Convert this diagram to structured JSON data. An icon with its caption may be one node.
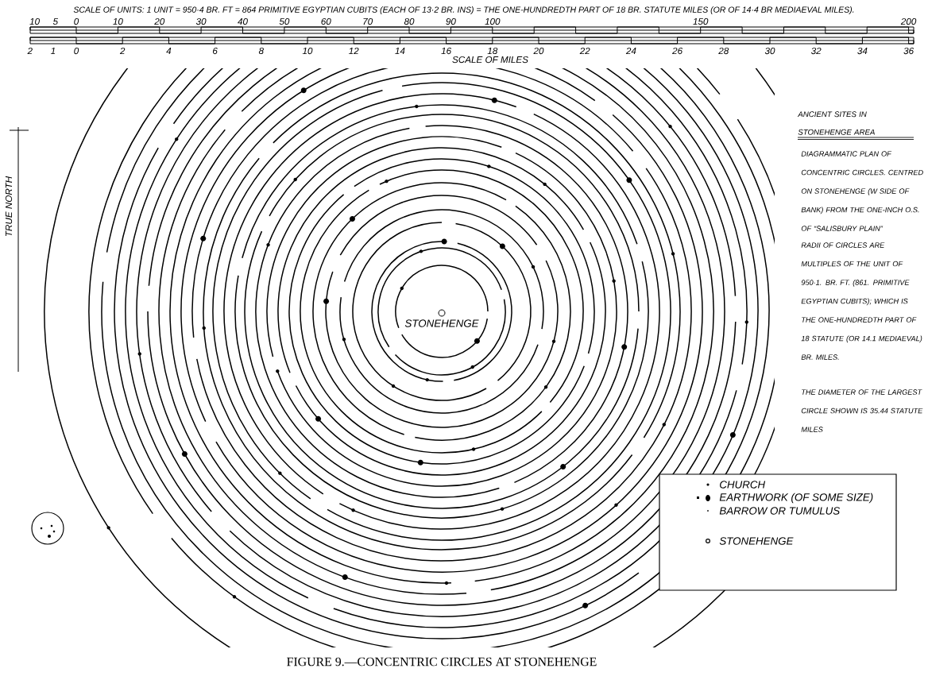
{
  "diagram": {
    "caption": "FIGURE 9.—CONCENTRIC CIRCLES AT STONEHENGE",
    "labels": [
      "SCALE OF UNITS: 1 UNIT = 950·4 BR. FT = 864 PRIMITIVE EGYPTIAN CUBITS (EACH OF 13·2 BR. INS) = THE ONE-HUNDREDTH PART OF 18 BR. STATUTE MILES (OR OF 14·4 BR MEDIAEVAL MILES).",
      "10",
      "5",
      "0",
      "10",
      "20",
      "30",
      "40",
      "50",
      "60",
      "70",
      "80",
      "90",
      "100",
      "150",
      "200",
      "2",
      "1",
      "0",
      "2",
      "4",
      "6",
      "8",
      "10",
      "12",
      "14",
      "16",
      "18",
      "20",
      "22",
      "24",
      "26",
      "28",
      "30",
      "32",
      "34",
      "36",
      "SCALE OF MILES",
      "TRUE NORTH",
      "ANCIENT SITES IN STONEHENGE AREA",
      "DIAGRAMMATIC PLAN OF CONCENTRIC CIRCLES. CENTRED ON STONEHENGE (W SIDE OF BANK) FROM THE ONE-INCH O.S. OF “SALISBURY PLAIN”",
      "RADII OF CIRCLES ARE MULTIPLES OF THE UNIT OF 950·1. BR. FT. (861. PRIMITIVE EGYPTIAN CUBITS); WHICH IS THE ONE-HUNDREDTH PART OF 18 STATUTE (OR 14.1 MEDIAEVAL) BR. MILES.",
      "THE DIAMETER OF THE LARGEST CIRCLE SHOWN IS 35.44 STATUTE MILES",
      "STONEHENGE"
    ],
    "legend": [
      {
        "text": "CHURCH"
      },
      {
        "text": "EARTHWORK (OF SOME SIZE)"
      },
      {
        "text": "BARROW OR TUMULUS"
      },
      {
        "text": "STONEHENGE"
      }
    ]
  }
}
